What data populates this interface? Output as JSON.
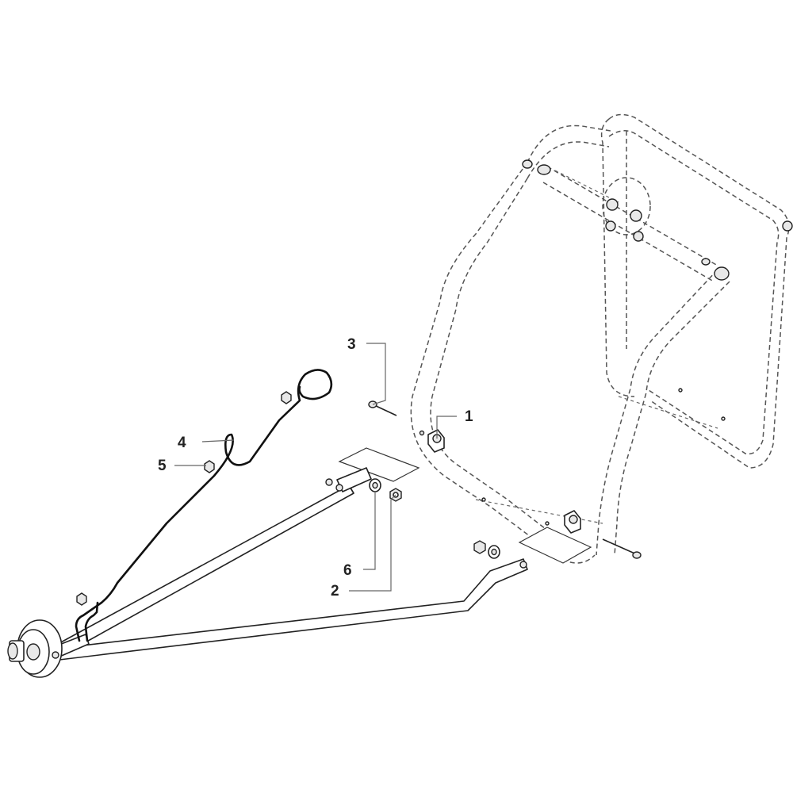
{
  "callouts": [
    {
      "id": "1",
      "label": "1"
    },
    {
      "id": "2",
      "label": "2"
    },
    {
      "id": "3",
      "label": "3"
    },
    {
      "id": "4",
      "label": "4"
    },
    {
      "id": "5",
      "label": "5"
    },
    {
      "id": "6",
      "label": "6"
    }
  ],
  "colors": {
    "line": "#222222",
    "ghost": "#555555",
    "background": "#ffffff"
  }
}
